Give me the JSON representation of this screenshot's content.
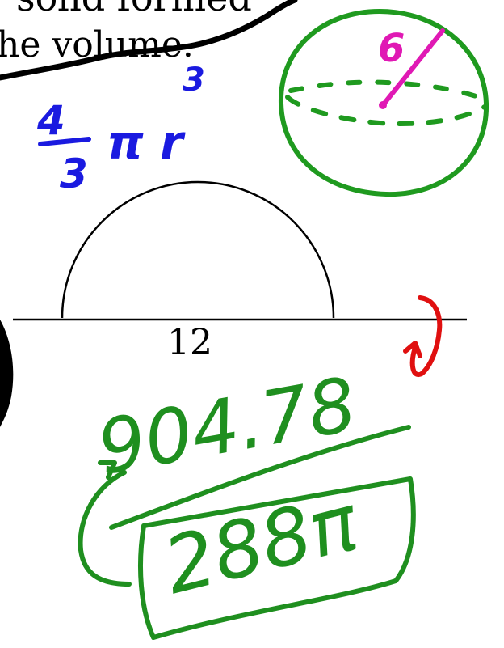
{
  "printed_text": {
    "line1": "solid formed",
    "line2": "he volume.",
    "base_label": "12"
  },
  "handwriting": {
    "formula_fraction_num": "4",
    "formula_fraction_den": "3",
    "formula_rest": "π r",
    "formula_exponent": "3",
    "radius_label": "6",
    "answer_decimal": "904.78",
    "answer_exact": "288π"
  },
  "colors": {
    "print": "#000000",
    "formula_ink": "#1a1ae0",
    "sphere_ink": "#1f9a1f",
    "radius_ink": "#e019b4",
    "rotation_ink": "#e01010",
    "answer_ink": "#1f8f1f"
  }
}
